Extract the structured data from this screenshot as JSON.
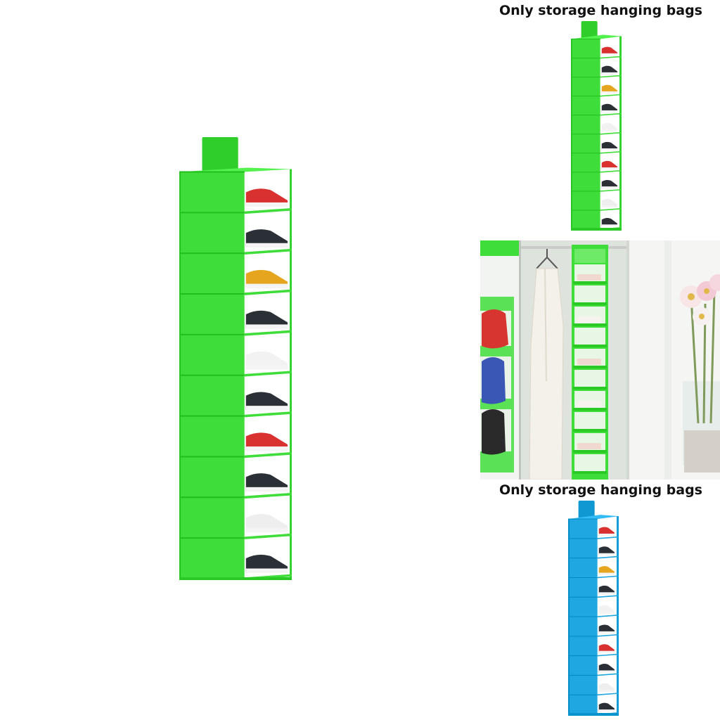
{
  "captions": {
    "top": "Only storage hanging bags",
    "bottom": "Only storage hanging bags"
  },
  "products": {
    "main": {
      "color": "#3fdd3a",
      "shelves": 10
    },
    "thumb_green": {
      "color": "#3fdd3a",
      "shelves": 10
    },
    "thumb_blue": {
      "color": "#1ea7e0",
      "shelves": 10
    }
  },
  "scene": {
    "wall": "#e7ebe6",
    "organizer": "#3fdd3a"
  }
}
